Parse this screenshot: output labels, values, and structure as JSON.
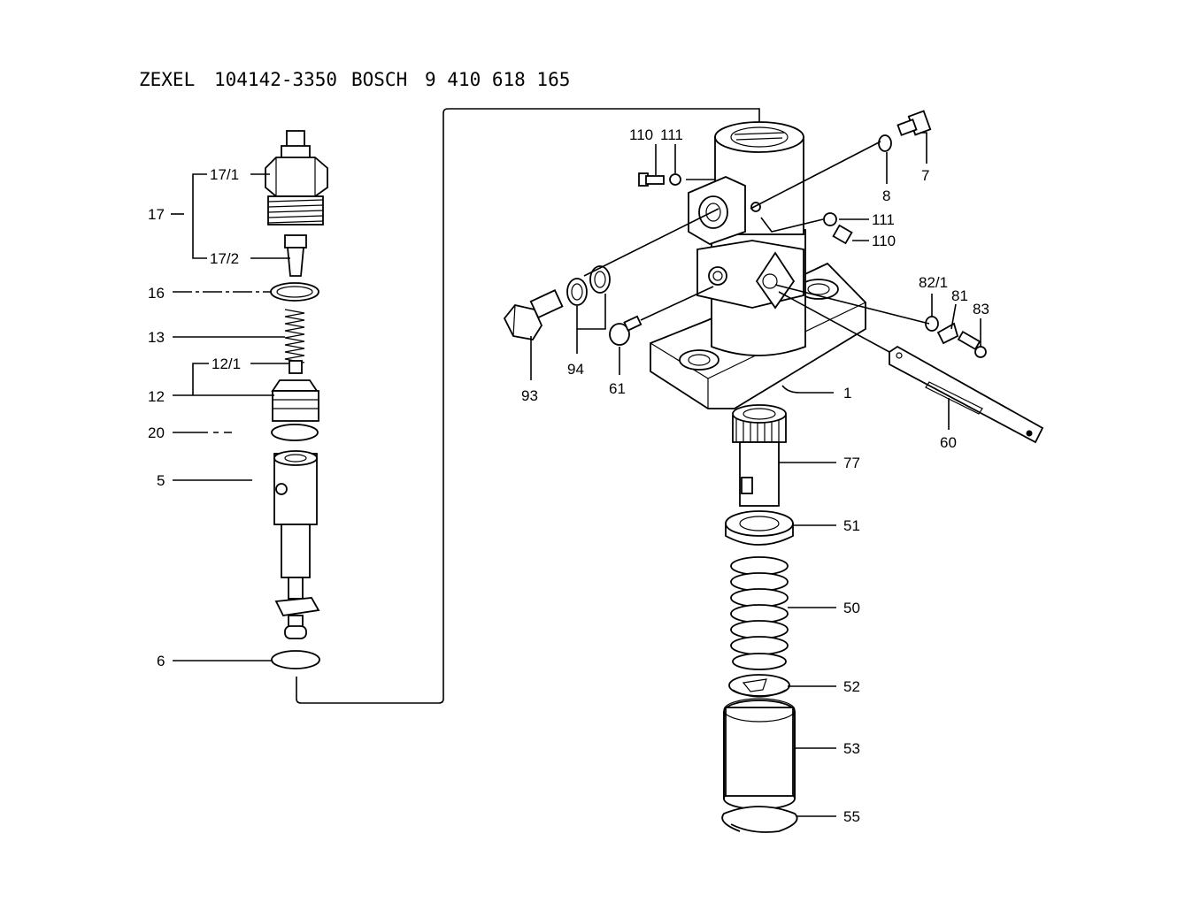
{
  "header": {
    "brand1": "ZEXEL",
    "part1": "104142-3350",
    "brand2": "BOSCH",
    "part2": "9 410 618 165"
  },
  "callouts": {
    "c17_1": "17/1",
    "c17": "17",
    "c17_2": "17/2",
    "c16": "16",
    "c13": "13",
    "c12_1": "12/1",
    "c12": "12",
    "c20": "20",
    "c5": "5",
    "c6": "6",
    "c110a": "110",
    "c111a": "111",
    "c7": "7",
    "c8": "8",
    "c111b": "111",
    "c110b": "110",
    "c82_1": "82/1",
    "c81": "81",
    "c83": "83",
    "c93": "93",
    "c94": "94",
    "c61": "61",
    "c1": "1",
    "c60": "60",
    "c77": "77",
    "c51": "51",
    "c50": "50",
    "c52": "52",
    "c53": "53",
    "c55": "55"
  }
}
